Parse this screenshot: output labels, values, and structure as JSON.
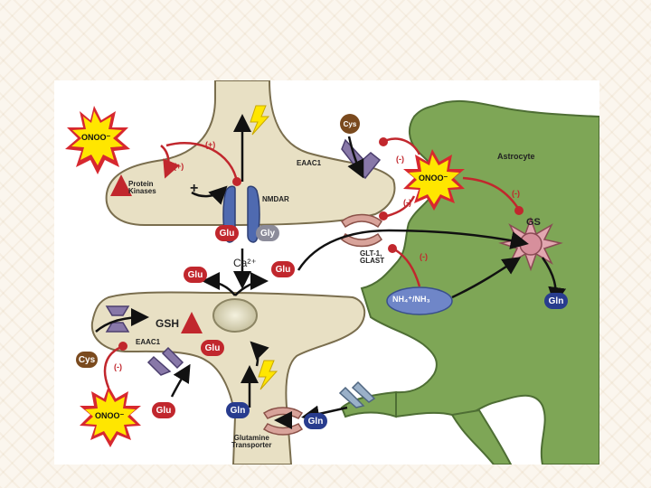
{
  "colors": {
    "neuron": "#e8e0c4",
    "neuron_outline": "#7a6e4e",
    "astrocyte": "#7ea656",
    "astrocyte_outline": "#4e6e34",
    "inhibit_red": "#c1272d",
    "onoo_star": "#ffe600",
    "onoo_burst": "#d7282f",
    "receptor_blue": "#4f6ab0",
    "transporter_purple": "#8878a8",
    "transporter_pink": "#d8a39a"
  },
  "labels": {
    "onoo": "ONOO⁻",
    "plus_inhibit": "(+)",
    "minus_inhibit": "(-)",
    "protein_kinases": "Protein\nKinases",
    "plus": "+",
    "nmdar": "NMDAR",
    "eaac1": "EAAC1",
    "astrocyte": "Astrocyte",
    "gs": "GS",
    "glt1_glast": "GLT-1,\nGLAST",
    "ca": "Ca²⁺",
    "gsh": "GSH",
    "nh4_nh3": "NH₄⁺/NH₃",
    "glutamine_transporter": "Glutamine\nTransporter"
  },
  "molecules": {
    "glu": "Glu",
    "gly": "Gly",
    "gln": "Gln",
    "cys": "Cys"
  }
}
